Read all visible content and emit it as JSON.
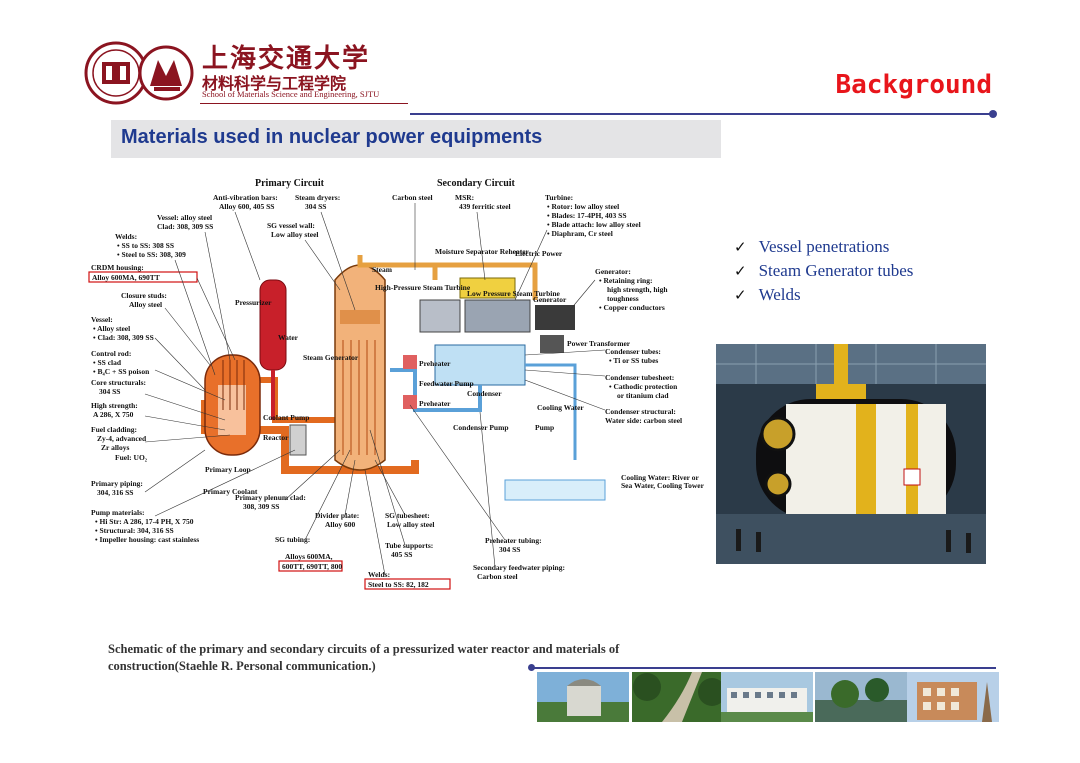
{
  "header": {
    "university_cn": "上海交通大学",
    "school_cn": "材料科学与工程学院",
    "school_en": "School of Materials Science and Engineering, SJTU",
    "slide_heading": "Background"
  },
  "section": {
    "title": "Materials used in nuclear power equipments"
  },
  "schematic": {
    "primary_title": "Primary Circuit",
    "secondary_title": "Secondary Circuit",
    "labels": {
      "anti_vibration": "Anti-vibration bars:",
      "anti_vibration_val": "Alloy 600, 405 SS",
      "steam_dryers": "Steam dryers:",
      "steam_dryers_val": "304 SS",
      "vessel_alloy": "Vessel: alloy steel",
      "clad": "Clad: 308, 309 SS",
      "sg_vessel_wall": "SG vessel wall:",
      "sg_vessel_wall_val": "Low alloy steel",
      "welds": "Welds:",
      "welds_1": "• SS to SS: 308 SS",
      "welds_2": "• Steel to SS: 308, 309",
      "crdm": "CRDM housing:",
      "crdm_val": "Alloy 600MA, 690TT",
      "closure": "Closure studs:",
      "closure_val": "Alloy steel",
      "vessel": "Vessel:",
      "vessel_1": "• Alloy steel",
      "vessel_2": "• Clad: 308, 309 SS",
      "control_rod": "Control rod:",
      "control_rod_1": "• SS clad",
      "control_rod_2": "• B₄C + SS poison",
      "core_struct": "Core structurals:",
      "core_struct_val": "304 SS",
      "high_strength": "High strength:",
      "high_strength_val": "A 286, X 750",
      "fuel_cladding": "Fuel cladding:",
      "fuel_cladding_1": "Zy-4, advanced",
      "fuel_cladding_2": "Zr alloys",
      "fuel": "Fuel: UO₂",
      "primary_piping": "Primary piping:",
      "primary_piping_val": "304, 316 SS",
      "pump_materials": "Pump materials:",
      "pump_1": "• Hi Str: A 286, 17-4 PH, X 750",
      "pump_2": "• Structural: 304, 316 SS",
      "pump_3": "• Impeller housing: cast stainless",
      "plenum": "Primary plenum clad:",
      "plenum_val": "308, 309 SS",
      "divider": "Divider plate:",
      "divider_val": "Alloy 600",
      "sg_tubesheet": "SG tubesheet:",
      "sg_tubesheet_val": "Low alloy steel",
      "sg_tubing": "SG tubing:",
      "sg_tubing_1": "Alloys 600MA,",
      "sg_tubing_2": "600TT, 690TT, 800",
      "tube_supports": "Tube supports:",
      "tube_supports_val": "405 SS",
      "welds_ss": "Welds:",
      "welds_ss_val": "Steel to SS: 82, 182",
      "carbon_steel": "Carbon steel",
      "msr": "MSR:",
      "msr_val": "439 ferritic steel",
      "turbine": "Turbine:",
      "turbine_1": "• Rotor: low alloy steel",
      "turbine_2": "• Blades: 17-4PH, 403 SS",
      "turbine_3": "• Blade attach: low alloy steel",
      "turbine_4": "• Diaphram, Cr steel",
      "generator": "Generator:",
      "generator_1": "• Retaining ring:",
      "generator_2": "high strength, high",
      "generator_3": "toughness",
      "generator_4": "• Copper conductors",
      "cond_tubes": "Condenser tubes:",
      "cond_tubes_val": "• Ti or SS tubes",
      "cond_sheet": "Condenser tubesheet:",
      "cond_sheet_1": "• Cathodic protection",
      "cond_sheet_2": "or titanium clad",
      "cond_struct": "Condenser structural:",
      "cond_struct_val": "Water side: carbon steel",
      "preheater_tubing": "Preheater tubing:",
      "preheater_tubing_val": "304 SS",
      "sec_feedwater": "Secondary feedwater piping:",
      "sec_feedwater_val": "Carbon steel",
      "cooling_water": "Cooling Water: River or",
      "cooling_water_2": "Sea Water, Cooling Tower",
      "pressurizer": "Pressurizer",
      "steam": "Steam",
      "water": "Water",
      "steam_generator": "Steam Generator",
      "coolant_pump": "Coolant Pump",
      "reactor": "Reactor",
      "primary_loop": "Primary Loop",
      "primary_coolant": "Primary Coolant",
      "preheater": "Preheater",
      "feedwater_pump": "Feedwater Pump",
      "condenser": "Condenser",
      "condenser_pump": "Condenser Pump",
      "pump": "Pump",
      "hp_turbine": "High-Pressure Steam Turbine",
      "lp_turbine": "Low Pressure Steam Turbine",
      "moisture_sep": "Moisture Separator Reheater",
      "electric_power": "Electric Power",
      "generator_box": "Generator",
      "power_transformer": "Power Transformer",
      "cooling_water_box": "Cooling Water"
    }
  },
  "checklist": {
    "items": [
      "Vessel penetrations",
      "Steam Generator tubes",
      "Welds"
    ],
    "tick": "✓"
  },
  "caption": {
    "text": "Schematic of the primary and secondary circuits of a pressurized water reactor and materials of construction(Staehle R. Personal communication.)"
  },
  "colors": {
    "accent_red": "#e8151b",
    "school_red": "#8b1420",
    "rule_blue": "#3a3f8f",
    "title_blue": "#1f3a8f"
  }
}
